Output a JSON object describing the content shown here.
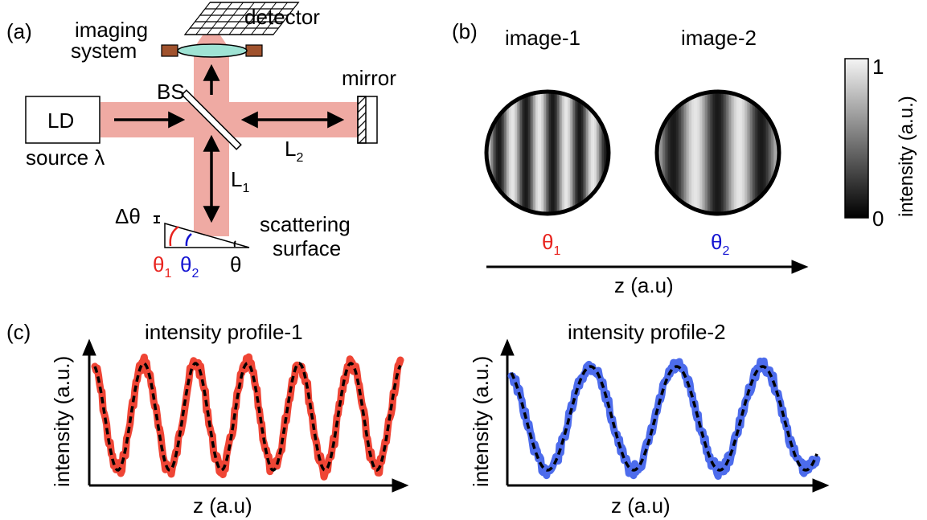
{
  "colors": {
    "beam": "#efaaa3",
    "red": "#e8231e",
    "blue": "#1414d2",
    "profile1": "#ef4535",
    "profile2": "#4d6cec",
    "lens": "#9fe3d4",
    "lens_mount": "#a0522d"
  },
  "panel_a": {
    "label": "(a)",
    "imaging_system_line1": "imaging",
    "imaging_system_line2": "system",
    "detector": "detector",
    "mirror": "mirror",
    "bs": "BS",
    "ld": "LD",
    "source": "source λ",
    "l1": "L",
    "l1_sub": "1",
    "l2": "L",
    "l2_sub": "2",
    "delta_theta": "Δθ",
    "scattering_line1": "scattering",
    "scattering_line2": "surface",
    "theta1": "θ",
    "theta1_sub": "1",
    "theta2": "θ",
    "theta2_sub": "2",
    "theta": "θ"
  },
  "panel_b": {
    "label": "(b)",
    "image1_title": "image-1",
    "image2_title": "image-2",
    "theta1": "θ",
    "theta1_sub": "1",
    "theta2": "θ",
    "theta2_sub": "2",
    "z_axis": "z (a.u)",
    "colorbar_label": "intensity (a.u.)",
    "colorbar_max": "1",
    "colorbar_min": "0",
    "image1_fringe_period": 0.22,
    "image2_fringe_period": 0.36
  },
  "panel_c": {
    "label": "(c)",
    "profile1": {
      "title": "intensity profile-1",
      "xlabel": "z (a.u)",
      "ylabel": "intensity (a.u.)",
      "num_peaks": 6
    },
    "profile2": {
      "title": "intensity profile-2",
      "xlabel": "z (a.u)",
      "ylabel": "intensity (a.u.)",
      "num_peaks": 4
    }
  }
}
